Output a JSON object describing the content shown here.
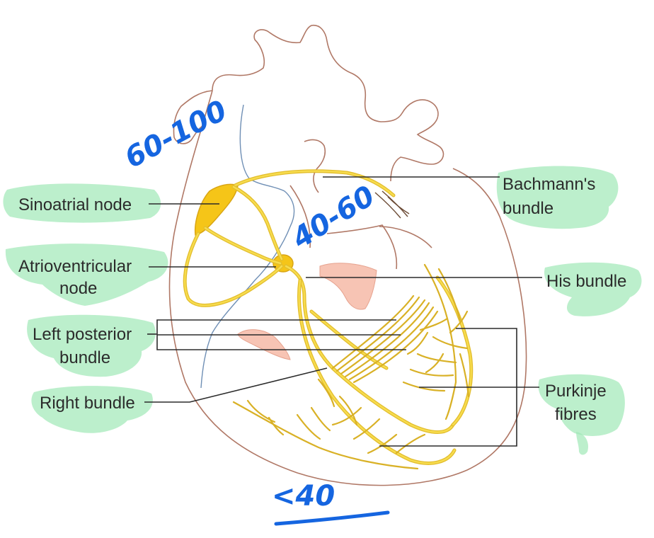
{
  "labels": {
    "sinoatrial_node": "Sinoatrial node",
    "atrioventricular_node_line1": "Atrioventricular",
    "atrioventricular_node_line2": "node",
    "left_posterior_bundle_line1": "Left posterior",
    "left_posterior_bundle_line2": "bundle",
    "right_bundle": "Right bundle",
    "bachmanns_bundle_line1": "Bachmann's",
    "bachmanns_bundle_line2": "bundle",
    "his_bundle": "His bundle",
    "purkinje_fibres_line1": "Purkinje",
    "purkinje_fibres_line2": "fibres"
  },
  "annotations": {
    "sa_rate": "60-100",
    "av_rate": "40-60",
    "ventricle_rate": "<40"
  },
  "colors": {
    "highlight": "#9fe8b7",
    "pen": "#1565e0",
    "conduction": "#f5c518",
    "heart_outline": "#b07866"
  }
}
